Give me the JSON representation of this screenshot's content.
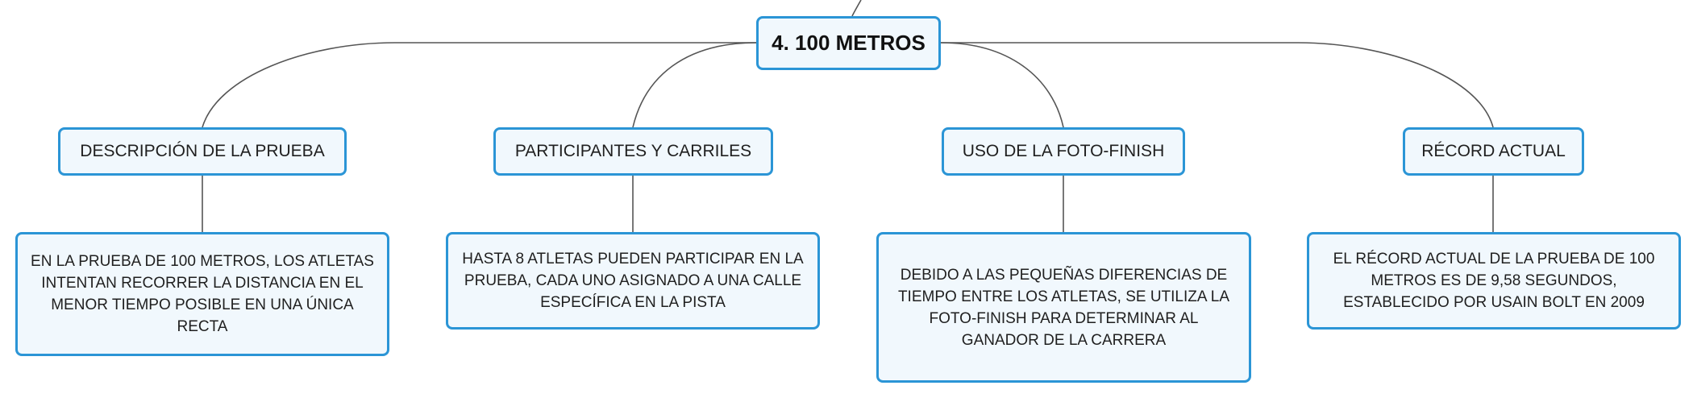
{
  "diagram": {
    "root": {
      "label": "4. 100 METROS"
    },
    "colors": {
      "node_border": "#2b95d6",
      "node_fill": "#f1f8fd",
      "connector": "#555555",
      "text": "#1f1f1f"
    },
    "topics": [
      {
        "label": "DESCRIPCIÓN DE LA PRUEBA",
        "detail": "EN LA PRUEBA DE 100 METROS, LOS ATLETAS INTENTAN RECORRER LA DISTANCIA EN EL MENOR TIEMPO POSIBLE EN UNA ÚNICA RECTA"
      },
      {
        "label": "PARTICIPANTES Y CARRILES",
        "detail": "HASTA 8 ATLETAS PUEDEN PARTICIPAR EN LA PRUEBA, CADA UNO ASIGNADO A UNA CALLE ESPECÍFICA EN LA PISTA"
      },
      {
        "label": "USO DE LA FOTO-FINISH",
        "detail": "DEBIDO A LAS PEQUEÑAS DIFERENCIAS DE TIEMPO ENTRE LOS ATLETAS, SE UTILIZA LA FOTO-FINISH PARA DETERMINAR AL GANADOR DE LA CARRERA"
      },
      {
        "label": "RÉCORD ACTUAL",
        "detail": "EL RÉCORD ACTUAL DE LA PRUEBA DE 100 METROS ES DE 9,58 SEGUNDOS, ESTABLECIDO POR USAIN BOLT EN 2009"
      }
    ]
  }
}
